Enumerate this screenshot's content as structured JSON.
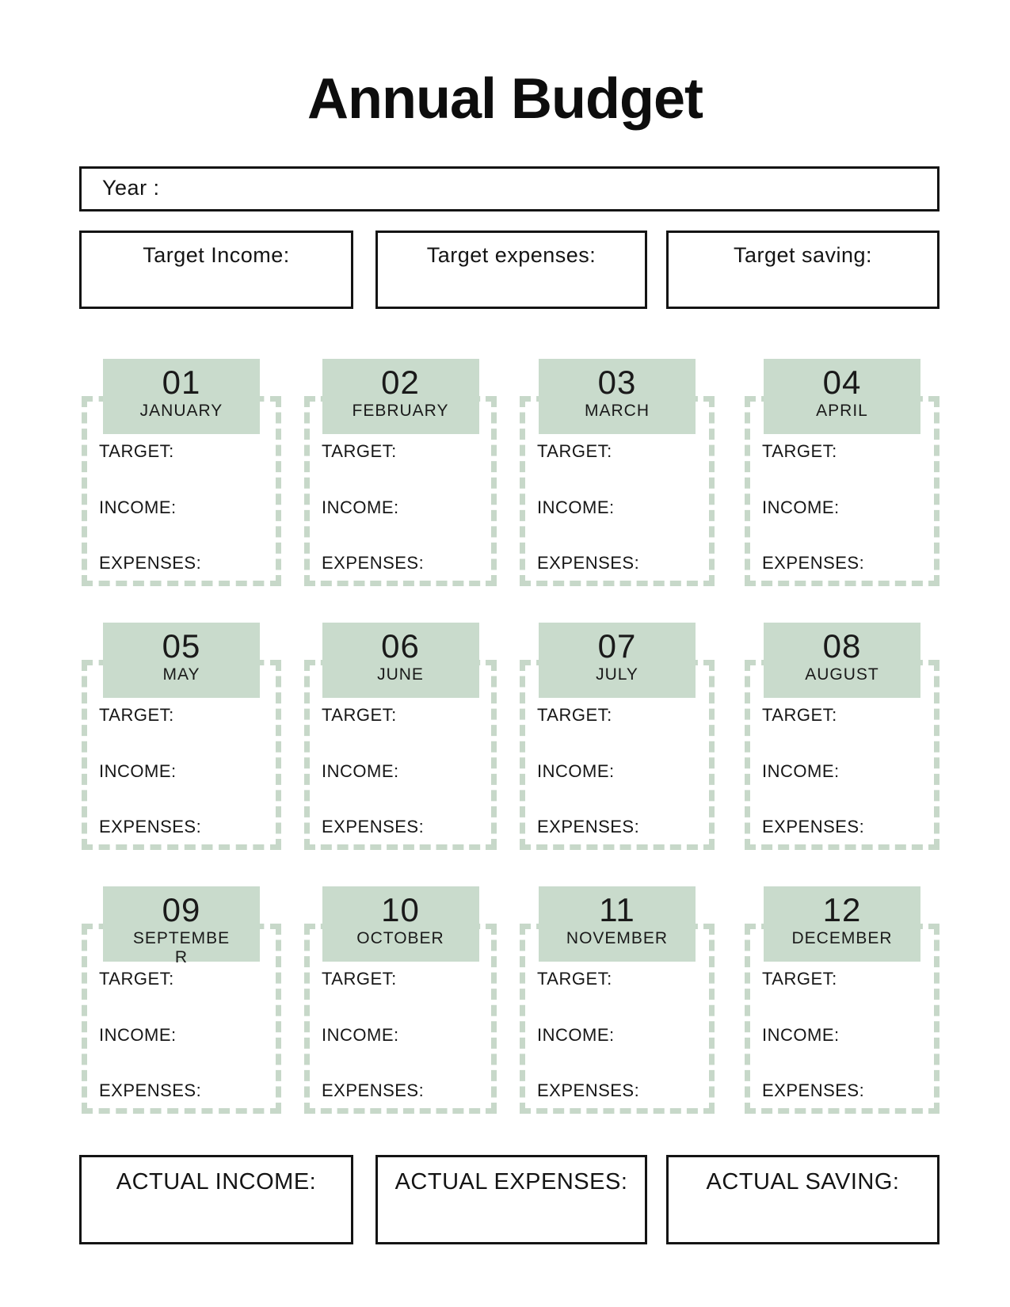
{
  "colors": {
    "header-green": "#c9dbcc",
    "dash-green": "#c7d8c9",
    "ink": "#141414"
  },
  "page": {
    "title": "Annual Budget"
  },
  "year_box": {
    "label": "Year :"
  },
  "target_boxes": [
    {
      "label": "Target Income:"
    },
    {
      "label": "Target expenses:"
    },
    {
      "label": "Target saving:"
    }
  ],
  "month_field_labels": {
    "target": "TARGET:",
    "income": "INCOME:",
    "expenses": "EXPENSES:"
  },
  "months": [
    {
      "number": "01",
      "name": "JANUARY"
    },
    {
      "number": "02",
      "name": "FEBRUARY"
    },
    {
      "number": "03",
      "name": "MARCH"
    },
    {
      "number": "04",
      "name": "APRIL"
    },
    {
      "number": "05",
      "name": "MAY"
    },
    {
      "number": "06",
      "name": "JUNE"
    },
    {
      "number": "07",
      "name": "JULY"
    },
    {
      "number": "08",
      "name": "AUGUST"
    },
    {
      "number": "09",
      "name": "SEPTEMBER"
    },
    {
      "number": "10",
      "name": "OCTOBER"
    },
    {
      "number": "11",
      "name": "NOVEMBER"
    },
    {
      "number": "12",
      "name": "DECEMBER"
    }
  ],
  "actual_boxes": [
    {
      "label": "ACTUAL INCOME:"
    },
    {
      "label": "ACTUAL EXPENSES:"
    },
    {
      "label": "ACTUAL SAVING:"
    }
  ]
}
